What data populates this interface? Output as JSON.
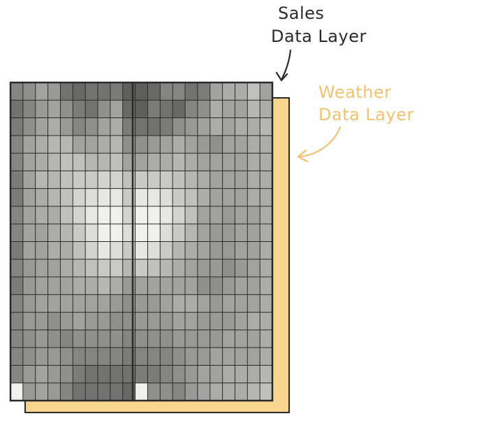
{
  "labels": {
    "sales_line1": "Sales",
    "sales_line2": "Data Layer",
    "weather_line1": "Weather",
    "weather_line2": "Data Layer"
  },
  "colors": {
    "sales_ink": "#2b2b2b",
    "weather_ink": "#f2c171",
    "weather_layer_fill": "#f8d58f",
    "grid_line": "#2a2a2a"
  },
  "grid": {
    "rows": 18,
    "cols": 21,
    "intensity": [
      [
        40,
        45,
        55,
        50,
        30,
        25,
        30,
        30,
        35,
        20,
        20,
        25,
        40,
        40,
        30,
        35,
        55,
        60,
        60,
        70,
        55
      ],
      [
        30,
        40,
        50,
        55,
        45,
        35,
        30,
        45,
        55,
        25,
        20,
        35,
        30,
        25,
        40,
        45,
        60,
        55,
        55,
        65,
        60
      ],
      [
        35,
        45,
        55,
        60,
        50,
        40,
        45,
        55,
        60,
        35,
        30,
        30,
        35,
        45,
        50,
        55,
        60,
        55,
        60,
        60,
        65
      ],
      [
        40,
        55,
        60,
        65,
        65,
        55,
        55,
        60,
        65,
        45,
        45,
        50,
        55,
        60,
        55,
        50,
        45,
        55,
        55,
        60,
        60
      ],
      [
        40,
        55,
        60,
        65,
        70,
        70,
        65,
        65,
        70,
        55,
        55,
        60,
        60,
        65,
        60,
        55,
        55,
        55,
        55,
        60,
        60
      ],
      [
        35,
        55,
        65,
        65,
        70,
        75,
        75,
        80,
        80,
        70,
        75,
        75,
        75,
        70,
        65,
        60,
        55,
        55,
        55,
        60,
        60
      ],
      [
        35,
        55,
        60,
        65,
        70,
        80,
        85,
        90,
        90,
        75,
        90,
        90,
        85,
        75,
        70,
        60,
        55,
        55,
        55,
        60,
        60
      ],
      [
        40,
        55,
        60,
        60,
        70,
        80,
        90,
        95,
        95,
        80,
        95,
        95,
        90,
        80,
        70,
        55,
        55,
        50,
        55,
        55,
        60
      ],
      [
        40,
        55,
        55,
        60,
        65,
        75,
        85,
        95,
        95,
        85,
        95,
        95,
        85,
        75,
        65,
        55,
        50,
        50,
        55,
        55,
        60
      ],
      [
        35,
        55,
        55,
        60,
        60,
        70,
        80,
        90,
        85,
        75,
        90,
        85,
        75,
        65,
        60,
        55,
        50,
        50,
        55,
        55,
        60
      ],
      [
        40,
        50,
        55,
        55,
        60,
        65,
        70,
        75,
        75,
        65,
        75,
        70,
        65,
        60,
        55,
        50,
        50,
        45,
        50,
        55,
        60
      ],
      [
        35,
        50,
        55,
        55,
        55,
        60,
        60,
        65,
        60,
        50,
        55,
        55,
        55,
        55,
        55,
        45,
        45,
        50,
        55,
        55,
        60
      ],
      [
        40,
        50,
        55,
        55,
        55,
        55,
        55,
        55,
        50,
        45,
        50,
        50,
        55,
        60,
        60,
        55,
        50,
        55,
        55,
        55,
        60
      ],
      [
        40,
        50,
        50,
        45,
        50,
        55,
        50,
        50,
        45,
        45,
        50,
        50,
        50,
        55,
        55,
        50,
        50,
        50,
        55,
        60,
        60
      ],
      [
        40,
        45,
        50,
        45,
        40,
        45,
        45,
        45,
        45,
        40,
        45,
        45,
        45,
        50,
        50,
        50,
        50,
        55,
        55,
        55,
        60
      ],
      [
        40,
        45,
        50,
        50,
        45,
        40,
        40,
        40,
        40,
        35,
        40,
        40,
        40,
        45,
        50,
        50,
        55,
        55,
        55,
        55,
        60
      ],
      [
        40,
        50,
        55,
        50,
        45,
        35,
        30,
        30,
        30,
        30,
        35,
        35,
        40,
        45,
        50,
        55,
        55,
        60,
        60,
        60,
        65
      ],
      [
        95,
        50,
        55,
        50,
        40,
        30,
        30,
        30,
        30,
        25,
        95,
        45,
        45,
        40,
        50,
        55,
        60,
        60,
        60,
        65,
        70
      ]
    ]
  }
}
